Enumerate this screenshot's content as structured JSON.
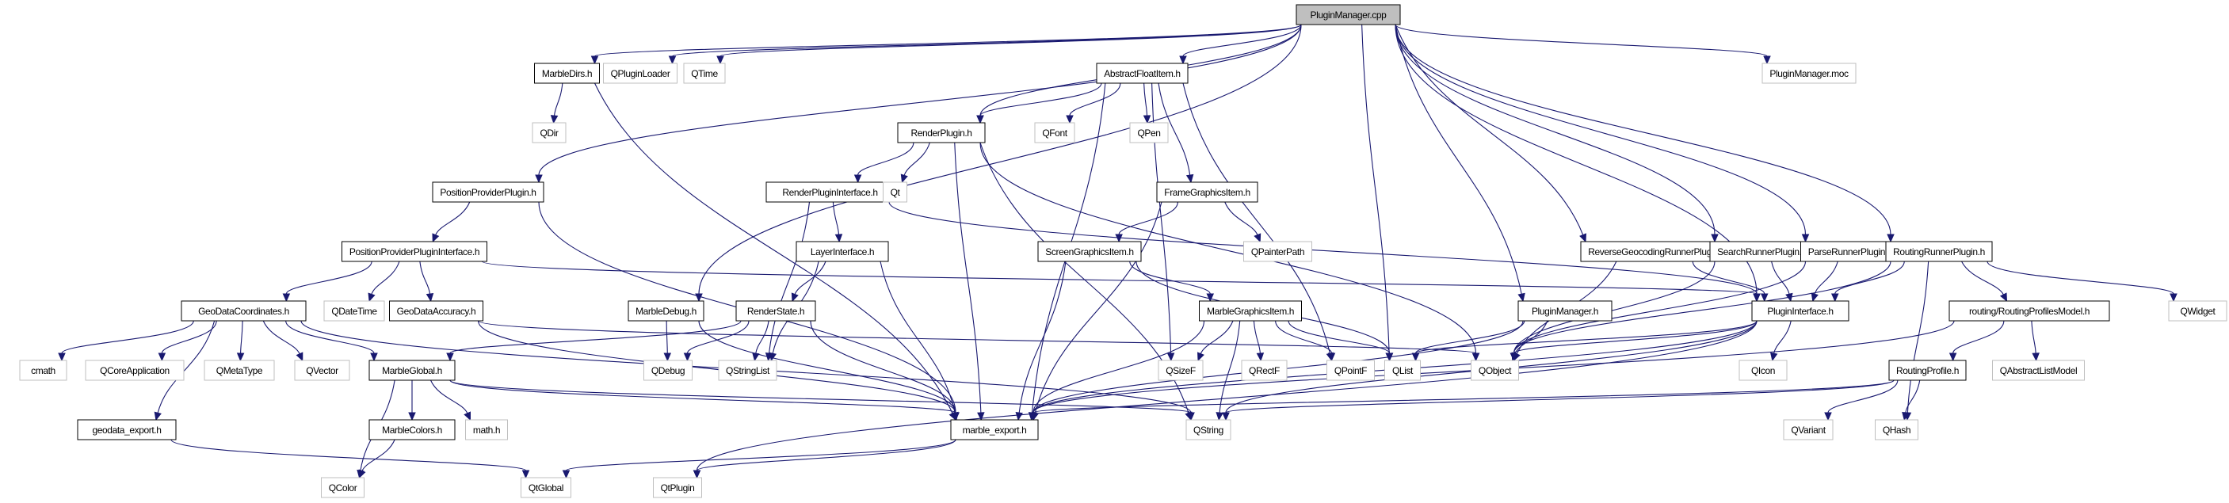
{
  "diagram": {
    "title": "PluginManager.cpp include dependency graph",
    "colors": {
      "edge": "#191970",
      "root_fill": "#bfbfbf",
      "documented_border": "#000000",
      "external_border": "#bfbfbf"
    },
    "nodes": [
      {
        "id": "PluginManager.cpp",
        "label": "PluginManager.cpp",
        "kind": "root"
      },
      {
        "id": "MarbleDirs.h",
        "label": "MarbleDirs.h",
        "kind": "doc"
      },
      {
        "id": "QPluginLoader",
        "label": "QPluginLoader",
        "kind": "ext"
      },
      {
        "id": "QTime",
        "label": "QTime",
        "kind": "ext"
      },
      {
        "id": "AbstractFloatItem.h",
        "label": "AbstractFloatItem.h",
        "kind": "doc"
      },
      {
        "id": "PluginManager.moc",
        "label": "PluginManager.moc",
        "kind": "ext"
      },
      {
        "id": "QDir",
        "label": "QDir",
        "kind": "ext"
      },
      {
        "id": "RenderPlugin.h",
        "label": "RenderPlugin.h",
        "kind": "doc"
      },
      {
        "id": "QFont",
        "label": "QFont",
        "kind": "ext"
      },
      {
        "id": "QPen",
        "label": "QPen",
        "kind": "ext"
      },
      {
        "id": "PositionProviderPlugin.h",
        "label": "PositionProviderPlugin.h",
        "kind": "doc"
      },
      {
        "id": "RenderPluginInterface.h",
        "label": "RenderPluginInterface.h",
        "kind": "doc"
      },
      {
        "id": "Qt",
        "label": "Qt",
        "kind": "ext"
      },
      {
        "id": "FrameGraphicsItem.h",
        "label": "FrameGraphicsItem.h",
        "kind": "doc"
      },
      {
        "id": "PositionProviderPluginInterface.h",
        "label": "PositionProviderPluginInterface.h",
        "kind": "doc"
      },
      {
        "id": "LayerInterface.h",
        "label": "LayerInterface.h",
        "kind": "doc"
      },
      {
        "id": "ScreenGraphicsItem.h",
        "label": "ScreenGraphicsItem.h",
        "kind": "doc"
      },
      {
        "id": "QPainterPath",
        "label": "QPainterPath",
        "kind": "ext"
      },
      {
        "id": "ReverseGeocodingRunnerPlugin.h",
        "label": "ReverseGeocodingRunnerPlugin.h",
        "kind": "doc"
      },
      {
        "id": "SearchRunnerPlugin.h",
        "label": "SearchRunnerPlugin.h",
        "kind": "doc"
      },
      {
        "id": "ParseRunnerPlugin.h",
        "label": "ParseRunnerPlugin.h",
        "kind": "doc"
      },
      {
        "id": "RoutingRunnerPlugin.h",
        "label": "RoutingRunnerPlugin.h",
        "kind": "doc"
      },
      {
        "id": "GeoDataCoordinates.h",
        "label": "GeoDataCoordinates.h",
        "kind": "doc"
      },
      {
        "id": "QDateTime",
        "label": "QDateTime",
        "kind": "ext"
      },
      {
        "id": "GeoDataAccuracy.h",
        "label": "GeoDataAccuracy.h",
        "kind": "doc"
      },
      {
        "id": "MarbleDebug.h",
        "label": "MarbleDebug.h",
        "kind": "doc"
      },
      {
        "id": "RenderState.h",
        "label": "RenderState.h",
        "kind": "doc"
      },
      {
        "id": "MarbleGraphicsItem.h",
        "label": "MarbleGraphicsItem.h",
        "kind": "doc"
      },
      {
        "id": "PluginManager.h",
        "label": "PluginManager.h",
        "kind": "doc"
      },
      {
        "id": "PluginInterface.h",
        "label": "PluginInterface.h",
        "kind": "doc"
      },
      {
        "id": "routing/RoutingProfilesModel.h",
        "label": "routing/RoutingProfilesModel.h",
        "kind": "doc"
      },
      {
        "id": "QWidget",
        "label": "QWidget",
        "kind": "ext"
      },
      {
        "id": "cmath",
        "label": "cmath",
        "kind": "ext"
      },
      {
        "id": "QCoreApplication",
        "label": "QCoreApplication",
        "kind": "ext"
      },
      {
        "id": "QMetaType",
        "label": "QMetaType",
        "kind": "ext"
      },
      {
        "id": "QVector",
        "label": "QVector",
        "kind": "ext"
      },
      {
        "id": "MarbleGlobal.h",
        "label": "MarbleGlobal.h",
        "kind": "doc"
      },
      {
        "id": "QDebug",
        "label": "QDebug",
        "kind": "ext"
      },
      {
        "id": "QStringList",
        "label": "QStringList",
        "kind": "ext"
      },
      {
        "id": "QSizeF",
        "label": "QSizeF",
        "kind": "ext"
      },
      {
        "id": "QRectF",
        "label": "QRectF",
        "kind": "ext"
      },
      {
        "id": "QPointF",
        "label": "QPointF",
        "kind": "ext"
      },
      {
        "id": "QList",
        "label": "QList",
        "kind": "ext"
      },
      {
        "id": "QObject",
        "label": "QObject",
        "kind": "ext"
      },
      {
        "id": "QIcon",
        "label": "QIcon",
        "kind": "ext"
      },
      {
        "id": "RoutingProfile.h",
        "label": "RoutingProfile.h",
        "kind": "doc"
      },
      {
        "id": "QAbstractListModel",
        "label": "QAbstractListModel",
        "kind": "ext"
      },
      {
        "id": "geodata_export.h",
        "label": "geodata_export.h",
        "kind": "doc"
      },
      {
        "id": "MarbleColors.h",
        "label": "MarbleColors.h",
        "kind": "doc"
      },
      {
        "id": "math.h",
        "label": "math.h",
        "kind": "ext"
      },
      {
        "id": "marble_export.h",
        "label": "marble_export.h",
        "kind": "doc"
      },
      {
        "id": "QString",
        "label": "QString",
        "kind": "ext"
      },
      {
        "id": "QVariant",
        "label": "QVariant",
        "kind": "ext"
      },
      {
        "id": "QHash",
        "label": "QHash",
        "kind": "ext"
      },
      {
        "id": "QColor",
        "label": "QColor",
        "kind": "ext"
      },
      {
        "id": "QtGlobal",
        "label": "QtGlobal",
        "kind": "ext"
      },
      {
        "id": "QtPlugin",
        "label": "QtPlugin",
        "kind": "ext"
      }
    ],
    "edges": [
      [
        "PluginManager.cpp",
        "MarbleDirs.h"
      ],
      [
        "PluginManager.cpp",
        "QPluginLoader"
      ],
      [
        "PluginManager.cpp",
        "QTime"
      ],
      [
        "PluginManager.cpp",
        "AbstractFloatItem.h"
      ],
      [
        "PluginManager.cpp",
        "PluginManager.moc"
      ],
      [
        "PluginManager.cpp",
        "RenderPlugin.h"
      ],
      [
        "PluginManager.cpp",
        "PositionProviderPlugin.h"
      ],
      [
        "PluginManager.cpp",
        "MarbleDebug.h"
      ],
      [
        "PluginManager.cpp",
        "PluginManager.h"
      ],
      [
        "PluginManager.cpp",
        "ReverseGeocodingRunnerPlugin.h"
      ],
      [
        "PluginManager.cpp",
        "SearchRunnerPlugin.h"
      ],
      [
        "PluginManager.cpp",
        "ParseRunnerPlugin.h"
      ],
      [
        "PluginManager.cpp",
        "RoutingRunnerPlugin.h"
      ],
      [
        "PluginManager.cpp",
        "QList"
      ],
      [
        "PluginManager.cpp",
        "PluginInterface.h"
      ],
      [
        "MarbleDirs.h",
        "QDir"
      ],
      [
        "MarbleDirs.h",
        "marble_export.h"
      ],
      [
        "AbstractFloatItem.h",
        "RenderPlugin.h"
      ],
      [
        "AbstractFloatItem.h",
        "QFont"
      ],
      [
        "AbstractFloatItem.h",
        "QPen"
      ],
      [
        "AbstractFloatItem.h",
        "FrameGraphicsItem.h"
      ],
      [
        "AbstractFloatItem.h",
        "QSizeF"
      ],
      [
        "AbstractFloatItem.h",
        "QPointF"
      ],
      [
        "AbstractFloatItem.h",
        "marble_export.h"
      ],
      [
        "RenderPlugin.h",
        "RenderPluginInterface.h"
      ],
      [
        "RenderPlugin.h",
        "Qt"
      ],
      [
        "RenderPlugin.h",
        "marble_export.h"
      ],
      [
        "RenderPlugin.h",
        "QString"
      ],
      [
        "RenderPlugin.h",
        "QObject"
      ],
      [
        "RenderPluginInterface.h",
        "LayerInterface.h"
      ],
      [
        "RenderPluginInterface.h",
        "PluginInterface.h"
      ],
      [
        "RenderPluginInterface.h",
        "QStringList"
      ],
      [
        "PositionProviderPlugin.h",
        "PositionProviderPluginInterface.h"
      ],
      [
        "PositionProviderPlugin.h",
        "marble_export.h"
      ],
      [
        "PositionProviderPluginInterface.h",
        "GeoDataCoordinates.h"
      ],
      [
        "PositionProviderPluginInterface.h",
        "QDateTime"
      ],
      [
        "PositionProviderPluginInterface.h",
        "GeoDataAccuracy.h"
      ],
      [
        "PositionProviderPluginInterface.h",
        "PluginInterface.h"
      ],
      [
        "FrameGraphicsItem.h",
        "ScreenGraphicsItem.h"
      ],
      [
        "FrameGraphicsItem.h",
        "QPainterPath"
      ],
      [
        "FrameGraphicsItem.h",
        "marble_export.h"
      ],
      [
        "LayerInterface.h",
        "RenderState.h"
      ],
      [
        "LayerInterface.h",
        "QStringList"
      ],
      [
        "LayerInterface.h",
        "marble_export.h"
      ],
      [
        "ScreenGraphicsItem.h",
        "MarbleGraphicsItem.h"
      ],
      [
        "ScreenGraphicsItem.h",
        "marble_export.h"
      ],
      [
        "ScreenGraphicsItem.h",
        "QList"
      ],
      [
        "GeoDataCoordinates.h",
        "cmath"
      ],
      [
        "GeoDataCoordinates.h",
        "QCoreApplication"
      ],
      [
        "GeoDataCoordinates.h",
        "QMetaType"
      ],
      [
        "GeoDataCoordinates.h",
        "QVector"
      ],
      [
        "GeoDataCoordinates.h",
        "MarbleGlobal.h"
      ],
      [
        "GeoDataCoordinates.h",
        "geodata_export.h"
      ],
      [
        "GeoDataCoordinates.h",
        "QString"
      ],
      [
        "GeoDataAccuracy.h",
        "marble_export.h"
      ],
      [
        "GeoDataAccuracy.h",
        "QObject"
      ],
      [
        "MarbleDebug.h",
        "QDebug"
      ],
      [
        "MarbleDebug.h",
        "marble_export.h"
      ],
      [
        "RenderState.h",
        "QDebug"
      ],
      [
        "RenderState.h",
        "QStringList"
      ],
      [
        "RenderState.h",
        "marble_export.h"
      ],
      [
        "RenderState.h",
        "MarbleGlobal.h"
      ],
      [
        "MarbleGraphicsItem.h",
        "QSizeF"
      ],
      [
        "MarbleGraphicsItem.h",
        "QRectF"
      ],
      [
        "MarbleGraphicsItem.h",
        "QPointF"
      ],
      [
        "MarbleGraphicsItem.h",
        "QList"
      ],
      [
        "MarbleGraphicsItem.h",
        "marble_export.h"
      ],
      [
        "MarbleGraphicsItem.h",
        "QString"
      ],
      [
        "PluginManager.h",
        "QList"
      ],
      [
        "PluginManager.h",
        "QObject"
      ],
      [
        "PluginManager.h",
        "marble_export.h"
      ],
      [
        "ReverseGeocodingRunnerPlugin.h",
        "PluginInterface.h"
      ],
      [
        "ReverseGeocodingRunnerPlugin.h",
        "QObject"
      ],
      [
        "SearchRunnerPlugin.h",
        "PluginInterface.h"
      ],
      [
        "SearchRunnerPlugin.h",
        "QObject"
      ],
      [
        "ParseRunnerPlugin.h",
        "PluginInterface.h"
      ],
      [
        "ParseRunnerPlugin.h",
        "QObject"
      ],
      [
        "RoutingRunnerPlugin.h",
        "PluginInterface.h"
      ],
      [
        "RoutingRunnerPlugin.h",
        "QObject"
      ],
      [
        "RoutingRunnerPlugin.h",
        "routing/RoutingProfilesModel.h"
      ],
      [
        "RoutingRunnerPlugin.h",
        "QWidget"
      ],
      [
        "RoutingRunnerPlugin.h",
        "QHash"
      ],
      [
        "PluginInterface.h",
        "QObject"
      ],
      [
        "PluginInterface.h",
        "QIcon"
      ],
      [
        "PluginInterface.h",
        "QList"
      ],
      [
        "PluginInterface.h",
        "marble_export.h"
      ],
      [
        "PluginInterface.h",
        "QString"
      ],
      [
        "PluginInterface.h",
        "QtPlugin"
      ],
      [
        "routing/RoutingProfilesModel.h",
        "RoutingProfile.h"
      ],
      [
        "routing/RoutingProfilesModel.h",
        "QAbstractListModel"
      ],
      [
        "routing/RoutingProfilesModel.h",
        "marble_export.h"
      ],
      [
        "RoutingProfile.h",
        "QVariant"
      ],
      [
        "RoutingProfile.h",
        "QHash"
      ],
      [
        "RoutingProfile.h",
        "marble_export.h"
      ],
      [
        "RoutingProfile.h",
        "QString"
      ],
      [
        "MarbleGlobal.h",
        "MarbleColors.h"
      ],
      [
        "MarbleGlobal.h",
        "math.h"
      ],
      [
        "MarbleGlobal.h",
        "QColor"
      ],
      [
        "MarbleGlobal.h",
        "marble_export.h"
      ],
      [
        "MarbleGlobal.h",
        "QString"
      ],
      [
        "MarbleColors.h",
        "QColor"
      ],
      [
        "geodata_export.h",
        "QtGlobal"
      ],
      [
        "marble_export.h",
        "QtGlobal"
      ],
      [
        "marble_export.h",
        "QtPlugin"
      ]
    ]
  }
}
